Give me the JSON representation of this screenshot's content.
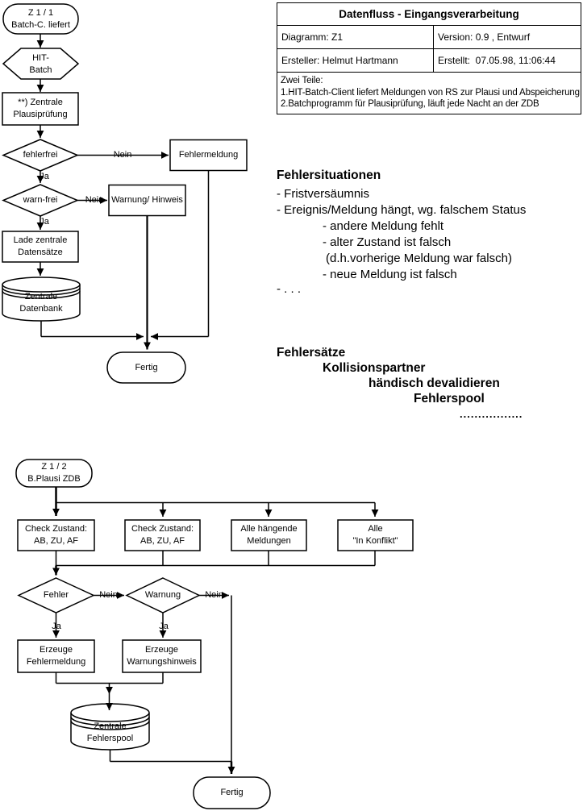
{
  "meta_table": {
    "title": "Datenfluss - Eingangsverarbeitung",
    "diagramm": "Diagramm: Z1",
    "version": "Version: 0.9 , Entwurf",
    "ersteller": "Ersteller: Helmut Hartmann",
    "erstellt": "Erstellt:  07.05.98, 11:06:44",
    "beschreibung": "Zwei Teile:\n1.HIT-Batch-Client liefert Meldungen von RS zur Plausi und Abspeicherung\n2.Batchprogramm für Plausiprüfung, läuft jede Nacht an der ZDB"
  },
  "labels": {
    "ja": "Ja",
    "nein": "Nein"
  },
  "flow1": {
    "start": "Z 1 / 1\nBatch-C. liefert",
    "hit_batch": "HIT-\nBatch",
    "plausi": "**) Zentrale\nPlausiprüfung",
    "check_fehlerfrei": "fehlerfrei",
    "fehlermeldung": "Fehlermeldung",
    "check_warnfrei": "warn-frei",
    "warnung_hinweis": "Warnung/ Hinweis",
    "lade": "Lade zentrale\nDatensätze",
    "datenbank": "Zentrale\nDatenbank",
    "fertig": "Fertig"
  },
  "fehlersituationen": {
    "heading": "Fehlersituationen",
    "lines": [
      "- Fristversäumnis",
      "- Ereignis/Meldung hängt, wg. falschem Status",
      "- andere Meldung fehlt",
      "- alter Zustand ist falsch",
      "(d.h.vorherige Meldung war falsch)",
      "- neue Meldung ist falsch",
      "- . . ."
    ]
  },
  "fehlersaetze": {
    "heading": "Fehlersätze",
    "lines": [
      "Kollisionspartner",
      "händisch devalidieren",
      "Fehlerspool",
      "................."
    ]
  },
  "flow2": {
    "start": "Z 1 / 2\nB.Plausi ZDB",
    "check1": "Check Zustand:\nAB, ZU, AF",
    "check2": "Check Zustand:\nAB, ZU, AF",
    "haengende": "Alle hängende\nMeldungen",
    "konflikt": "Alle\n\"In Konflikt\"",
    "fehler": "Fehler",
    "warnung": "Warnung",
    "erzeuge_fehler": "Erzeuge\nFehlermeldung",
    "erzeuge_warnung": "Erzeuge\nWarnungshinweis",
    "fehlerspool": "Zentrale\nFehlerspool",
    "fertig": "Fertig"
  },
  "colors": {
    "line": "#000000",
    "background": "#ffffff"
  }
}
